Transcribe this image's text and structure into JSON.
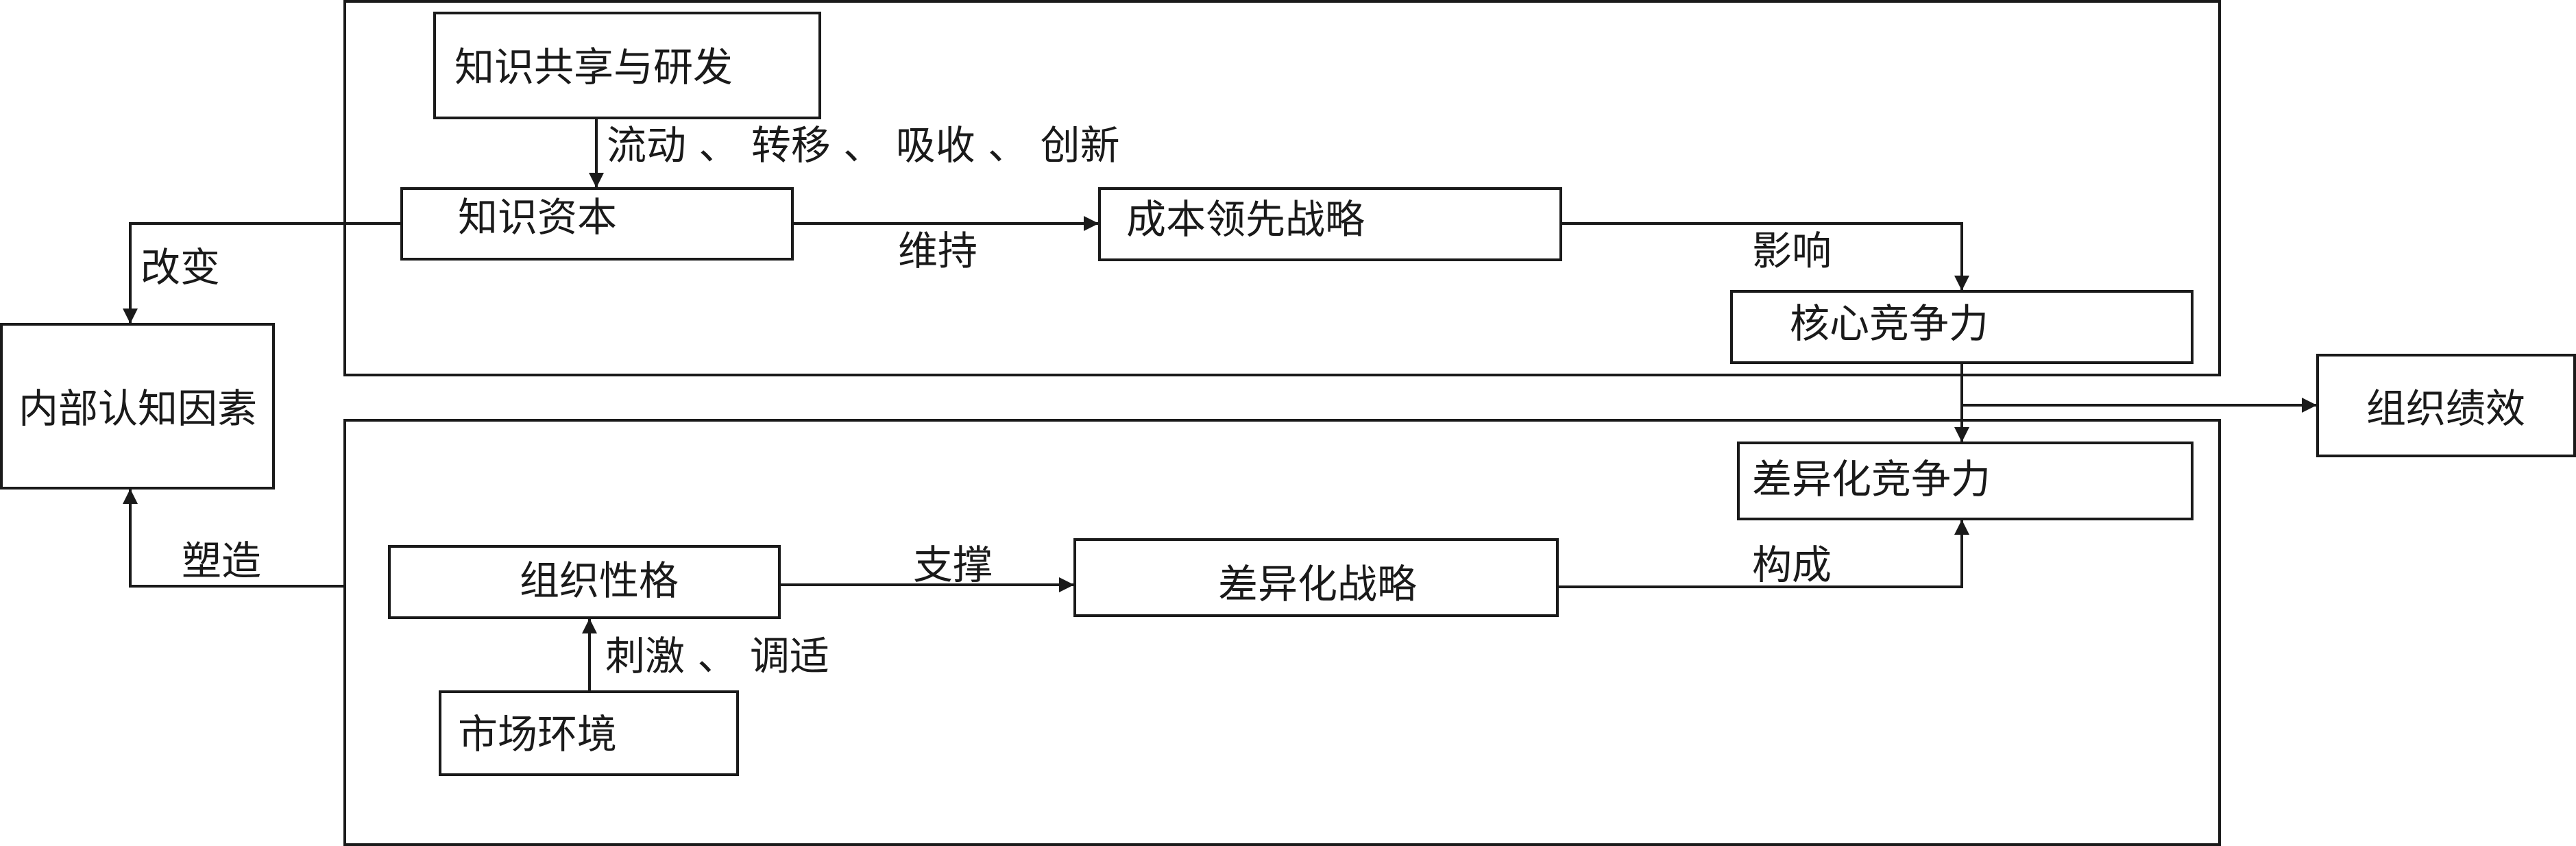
{
  "nodes": {
    "knowledge_sharing_rd": "知识共享与研发",
    "knowledge_capital": "知识资本",
    "cost_leadership_strategy": "成本领先战略",
    "core_competitiveness": "核心竞争力",
    "internal_cognitive_factors": "内部认知因素",
    "differentiation_competitiveness": "差异化竞争力",
    "organizational_performance": "组织绩效",
    "organizational_character": "组织性格",
    "differentiation_strategy": "差异化战略",
    "market_environment": "市场环境"
  },
  "edges": {
    "flow_transfer_absorb_innovate": "流动 、 转移 、 吸收 、 创新",
    "maintain": "维持",
    "influence": "影响",
    "change": "改变",
    "shape": "塑造",
    "support": "支撑",
    "compose": "构成",
    "stimulate_adjust": "刺激 、 调适"
  },
  "colors": {
    "stroke": "#1a1a1a",
    "background": "#ffffff"
  }
}
